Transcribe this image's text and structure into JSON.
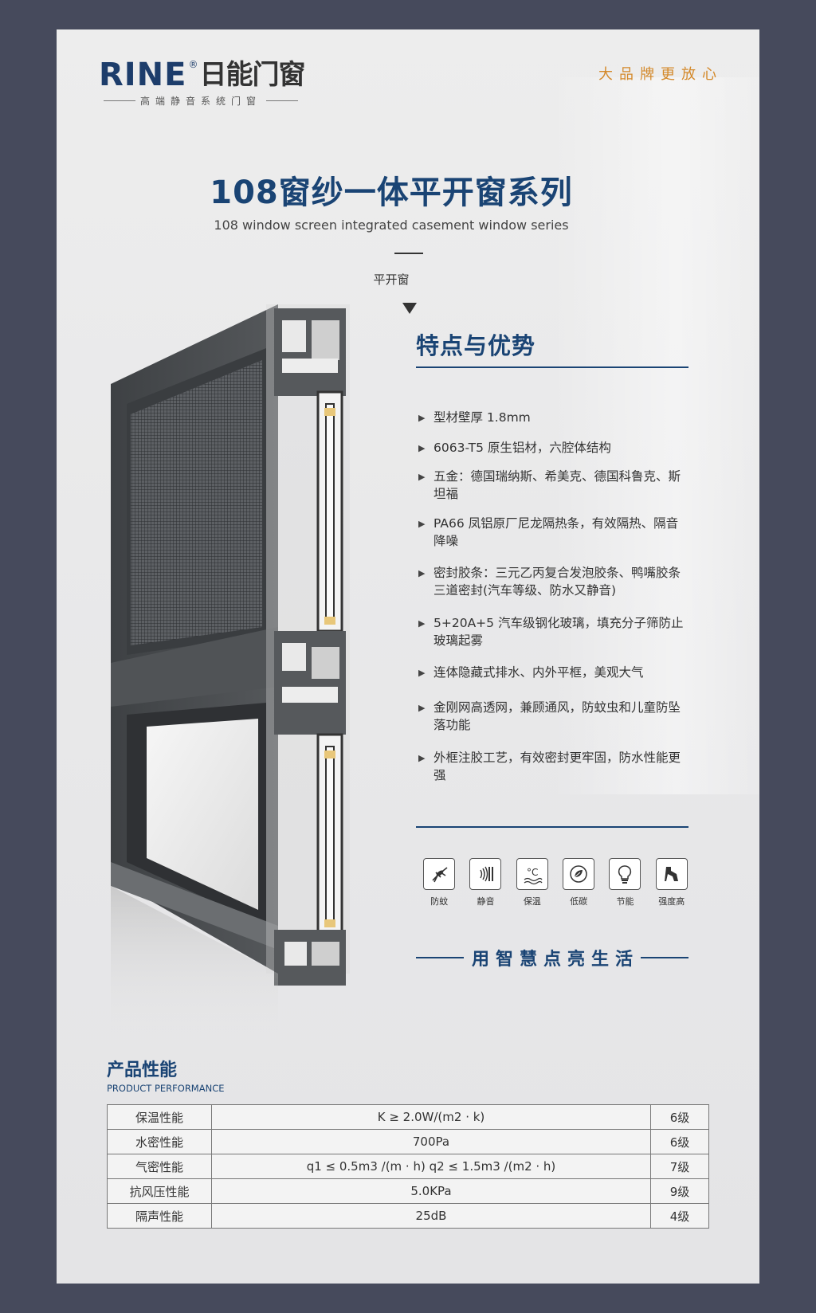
{
  "brand": {
    "name_en": "RINE",
    "registered": "®",
    "name_cn": "日能门窗",
    "tagline": "高端静音系统门窗",
    "slogan": "大品牌更放心"
  },
  "header": {
    "title": "108窗纱一体平开窗系列",
    "subtitle": "108 window screen integrated casement window series",
    "type_label": "平开窗"
  },
  "features": {
    "title": "特点与优势",
    "items": [
      "型材壁厚 1.8mm",
      "6063-T5 原生铝材，六腔体结构",
      "五金：德国瑞纳斯、希美克、德国科鲁克、斯坦福",
      "PA66 凤铝原厂尼龙隔热条，有效隔热、隔音降噪",
      "密封胶条：三元乙丙复合发泡胶条、鸭嘴胶条三道密封(汽车等级、防水又静音)",
      "5+20A+5 汽车级钢化玻璃，填充分子筛防止玻璃起雾",
      "连体隐藏式排水、内外平框，美观大气",
      "金刚网高透网，兼顾通风，防蚊虫和儿童防坠落功能",
      "外框注胶工艺，有效密封更牢固，防水性能更强"
    ]
  },
  "icons": [
    {
      "icon": "mosquito-icon",
      "label": "防蚊"
    },
    {
      "icon": "sound-icon",
      "label": "静音"
    },
    {
      "icon": "thermometer-icon",
      "label": "保温"
    },
    {
      "icon": "leaf-icon",
      "label": "低碳"
    },
    {
      "icon": "bulb-icon",
      "label": "节能"
    },
    {
      "icon": "strength-icon",
      "label": "强度高"
    }
  ],
  "life_slogan": "用智慧点亮生活",
  "performance": {
    "title": "产品性能",
    "subtitle": "PRODUCT PERFORMANCE",
    "rows": [
      {
        "name": "保温性能",
        "value": "K ≥ 2.0W/(m2 · k)",
        "grade": "6级"
      },
      {
        "name": "水密性能",
        "value": "700Pa",
        "grade": "6级"
      },
      {
        "name": "气密性能",
        "value": "q1 ≤ 0.5m3 /(m · h)  q2 ≤ 1.5m3 /(m2 · h)",
        "grade": "7级"
      },
      {
        "name": "抗风压性能",
        "value": "5.0KPa",
        "grade": "9级"
      },
      {
        "name": "隔声性能",
        "value": "25dB",
        "grade": "4级"
      }
    ]
  },
  "colors": {
    "brand_blue": "#1a4474",
    "accent_orange": "#d4892a",
    "background": "#464a5c",
    "profile_gray": "#4a4d50"
  }
}
